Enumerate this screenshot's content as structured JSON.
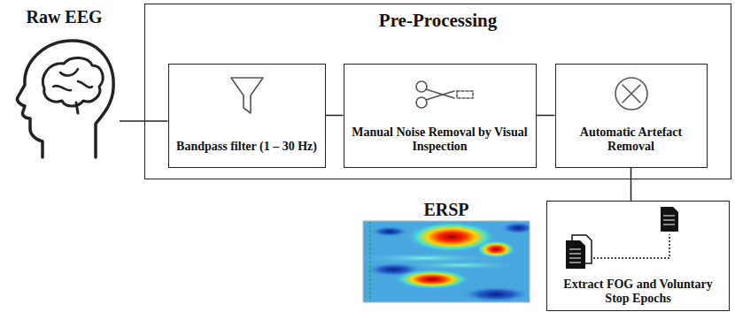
{
  "diagram": {
    "nodes": [
      {
        "text": [
          "Raw EEG"
        ]
      },
      {
        "text": [
          "Pre-Processing"
        ]
      },
      {
        "text": [
          "Bandpass filter (1 – 30 Hz)"
        ],
        "in": 1
      },
      {
        "text": [
          "Manual Noise Removal by Visual Inspection"
        ],
        "in": 1
      },
      {
        "text": [
          "Automatic Artefact Removal"
        ],
        "in": 1
      },
      {
        "text": [
          "Extract FOG and Voluntary Stop Epochs"
        ]
      }
    ],
    "edges": [
      {
        "from": 0,
        "to": 2,
        "arrow": "none"
      },
      {
        "from": 2,
        "to": 3,
        "arrow": "none"
      },
      {
        "from": 3,
        "to": 4,
        "arrow": "none"
      },
      {
        "from": 4,
        "to": 5,
        "arrow": "none"
      }
    ],
    "labels": [
      "ERSP"
    ]
  }
}
